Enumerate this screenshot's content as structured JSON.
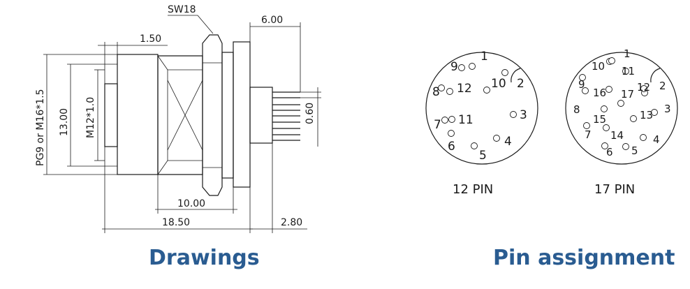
{
  "captions": {
    "drawings": "Drawings",
    "pin_assignment": "Pin assignment"
  },
  "dimensions": {
    "sw": "SW18",
    "d_6_00": "6.00",
    "d_1_50": "1.50",
    "d_0_60": "0.60",
    "d_13_00": "13.00",
    "d_m12": "M12*1.0",
    "d_pg9": "PG9  or  M16*1.5",
    "d_10_00": "10.00",
    "d_18_50": "18.50",
    "d_2_80": "2.80"
  },
  "pin_diagrams": [
    {
      "title": "12 PIN",
      "labels": [
        "1",
        "2",
        "3",
        "4",
        "5",
        "6",
        "7",
        "8",
        "9",
        "10",
        "11",
        "12"
      ]
    },
    {
      "title": "17 PIN",
      "labels": [
        "1",
        "2",
        "3",
        "4",
        "5",
        "6",
        "7",
        "8",
        "9",
        "10",
        "11",
        "12",
        "13",
        "14",
        "15",
        "16",
        "17"
      ]
    }
  ],
  "colors": {
    "caption": "#2a5c91",
    "line": "#1a1a1a"
  }
}
